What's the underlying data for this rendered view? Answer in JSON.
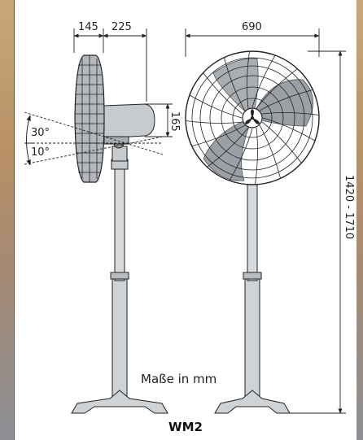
{
  "dimensions": {
    "side_depth_front": "145",
    "side_depth_back": "225",
    "front_width": "690",
    "motor_height": "165",
    "tilt_up": "30°",
    "tilt_down": "10°",
    "total_height": "1420 - 1710"
  },
  "note": "Maße in mm",
  "model": "WM2",
  "colors": {
    "line": "#222222",
    "pole": "#cfd3d6",
    "base": "#cfd3d6",
    "blade": "#9aa0a6",
    "motor": "#c7cbce",
    "background": "#ffffff"
  }
}
